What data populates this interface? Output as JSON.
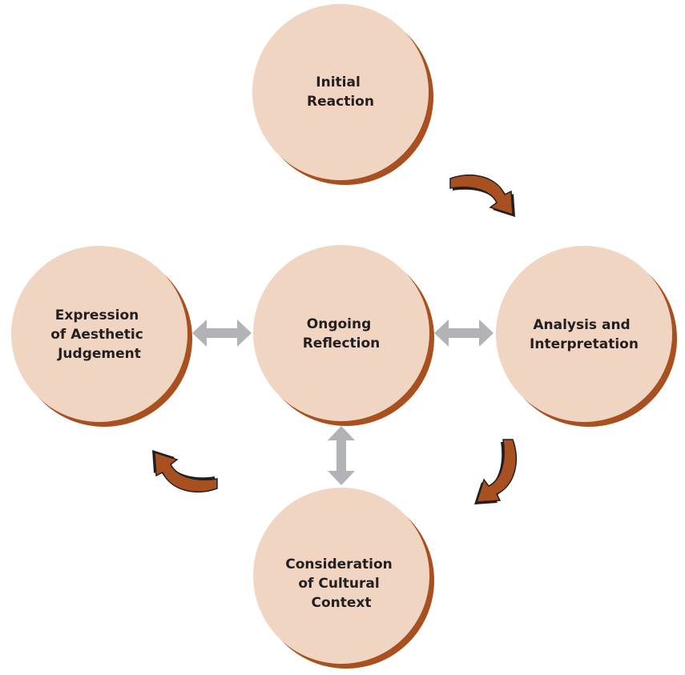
{
  "diagram": {
    "colors": {
      "circle_fill": "#f0d5c2",
      "circle_shadow": "#a8501f",
      "text": "#231f20",
      "double_arrow": "#b1b3b6",
      "curved_arrow_fill": "#a8501f",
      "curved_arrow_outline": "#231f20"
    },
    "nodes": {
      "initial_reaction": {
        "lines": [
          "Initial",
          "Reaction"
        ]
      },
      "ongoing_reflection": {
        "lines": [
          "Ongoing",
          "Reflection"
        ]
      },
      "analysis_interpretation": {
        "lines": [
          "Analysis and",
          "Interpretation"
        ]
      },
      "cultural_context": {
        "lines": [
          "Consideration",
          "of Cultural",
          "Context"
        ]
      },
      "aesthetic_judgement": {
        "lines": [
          "Expression",
          "of Aesthetic",
          "Judgement"
        ]
      }
    }
  }
}
